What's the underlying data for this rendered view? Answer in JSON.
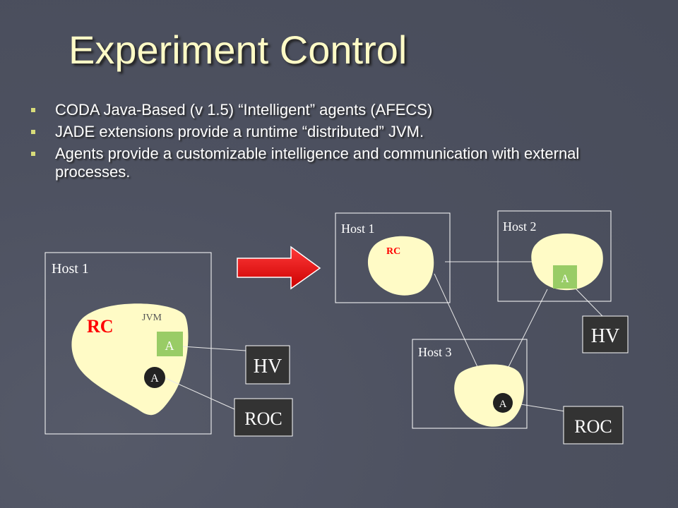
{
  "title": "Experiment Control",
  "bullets": [
    "CODA Java-Based (v 1.5) “Intelligent” agents (AFECS)",
    "JADE extensions provide a runtime “distributed” JVM.",
    "Agents provide a customizable intelligence and communication with external processes."
  ],
  "left_diagram": {
    "host_label": "Host 1",
    "rc_label": "RC",
    "jvm_label": "JVM",
    "agent_green_label": "A",
    "agent_dark_label": "A",
    "hv_label": "HV",
    "roc_label": "ROC"
  },
  "right_diagram": {
    "host1_label": "Host 1",
    "rc_label": "RC",
    "host2_label": "Host 2",
    "host2_agent_label": "A",
    "host3_label": "Host 3",
    "host3_agent_label": "A",
    "hv_label": "HV",
    "roc_label": "ROC"
  },
  "colors": {
    "background": "#4d5160",
    "title": "#fffbc6",
    "blob": "#fffbc6",
    "agent_green": "#99cc66",
    "agent_dark": "#222222",
    "arrow": "#ff0000",
    "rc_text": "#ff0000",
    "box_dark": "#333333"
  }
}
